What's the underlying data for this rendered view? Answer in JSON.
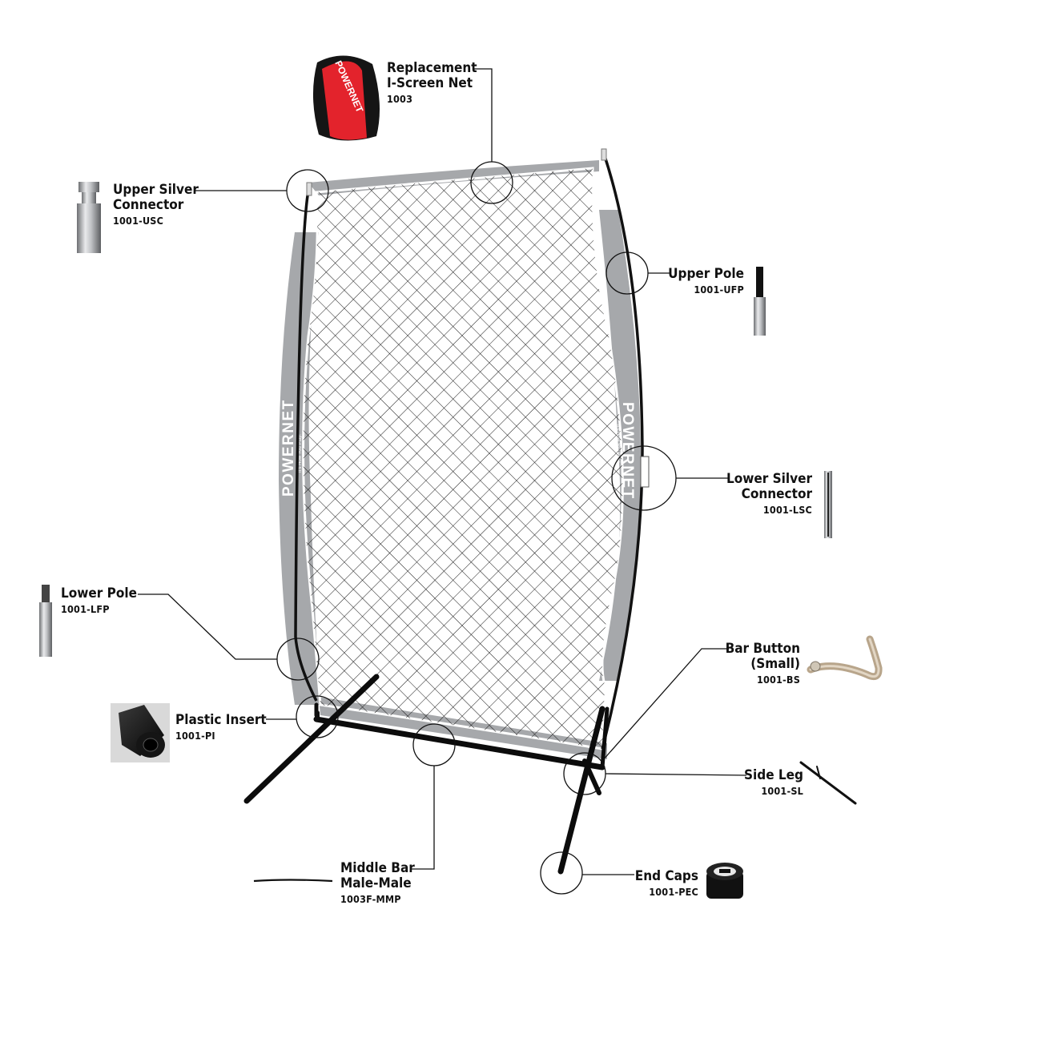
{
  "brand": {
    "wordmark": "POWERNET",
    "tagline": "It's How You Play!"
  },
  "parts": [
    {
      "id": "replacement-net",
      "name_lines": [
        "Replacement",
        "I-Screen Net"
      ],
      "code": "1003",
      "icon": "folded-net-bag-icon",
      "bag_color": "#e3232c"
    },
    {
      "id": "upper-silver-connector",
      "name_lines": [
        "Upper Silver",
        "Connector"
      ],
      "code": "1001-USC",
      "icon": "silver-connector-icon"
    },
    {
      "id": "upper-pole",
      "name_lines": [
        "Upper Pole"
      ],
      "code": "1001-UFP",
      "icon": "pole-icon"
    },
    {
      "id": "lower-silver-connector",
      "name_lines": [
        "Lower Silver",
        "Connector"
      ],
      "code": "1001-LSC",
      "icon": "silver-tube-icon"
    },
    {
      "id": "lower-pole",
      "name_lines": [
        "Lower Pole"
      ],
      "code": "1001-LFP",
      "icon": "silver-tube-icon"
    },
    {
      "id": "bar-button",
      "name_lines": [
        "Bar Button",
        "(Small)"
      ],
      "code": "1001-BS",
      "icon": "spring-clip-icon"
    },
    {
      "id": "plastic-insert",
      "name_lines": [
        "Plastic Insert"
      ],
      "code": "1001-PI",
      "icon": "plastic-insert-icon"
    },
    {
      "id": "side-leg",
      "name_lines": [
        "Side Leg"
      ],
      "code": "1001-SL",
      "icon": "leg-bar-icon"
    },
    {
      "id": "middle-bar",
      "name_lines": [
        "Middle Bar",
        "Male-Male"
      ],
      "code": "1003F-MMP",
      "icon": "straight-bar-icon"
    },
    {
      "id": "end-caps",
      "name_lines": [
        "End Caps"
      ],
      "code": "1001-PEC",
      "icon": "end-cap-icon"
    }
  ],
  "colors": {
    "frame_fabric": "#a6a8ab",
    "frame_pole": "#111111",
    "net_mesh": "#1a1a1a",
    "background": "#ffffff"
  }
}
